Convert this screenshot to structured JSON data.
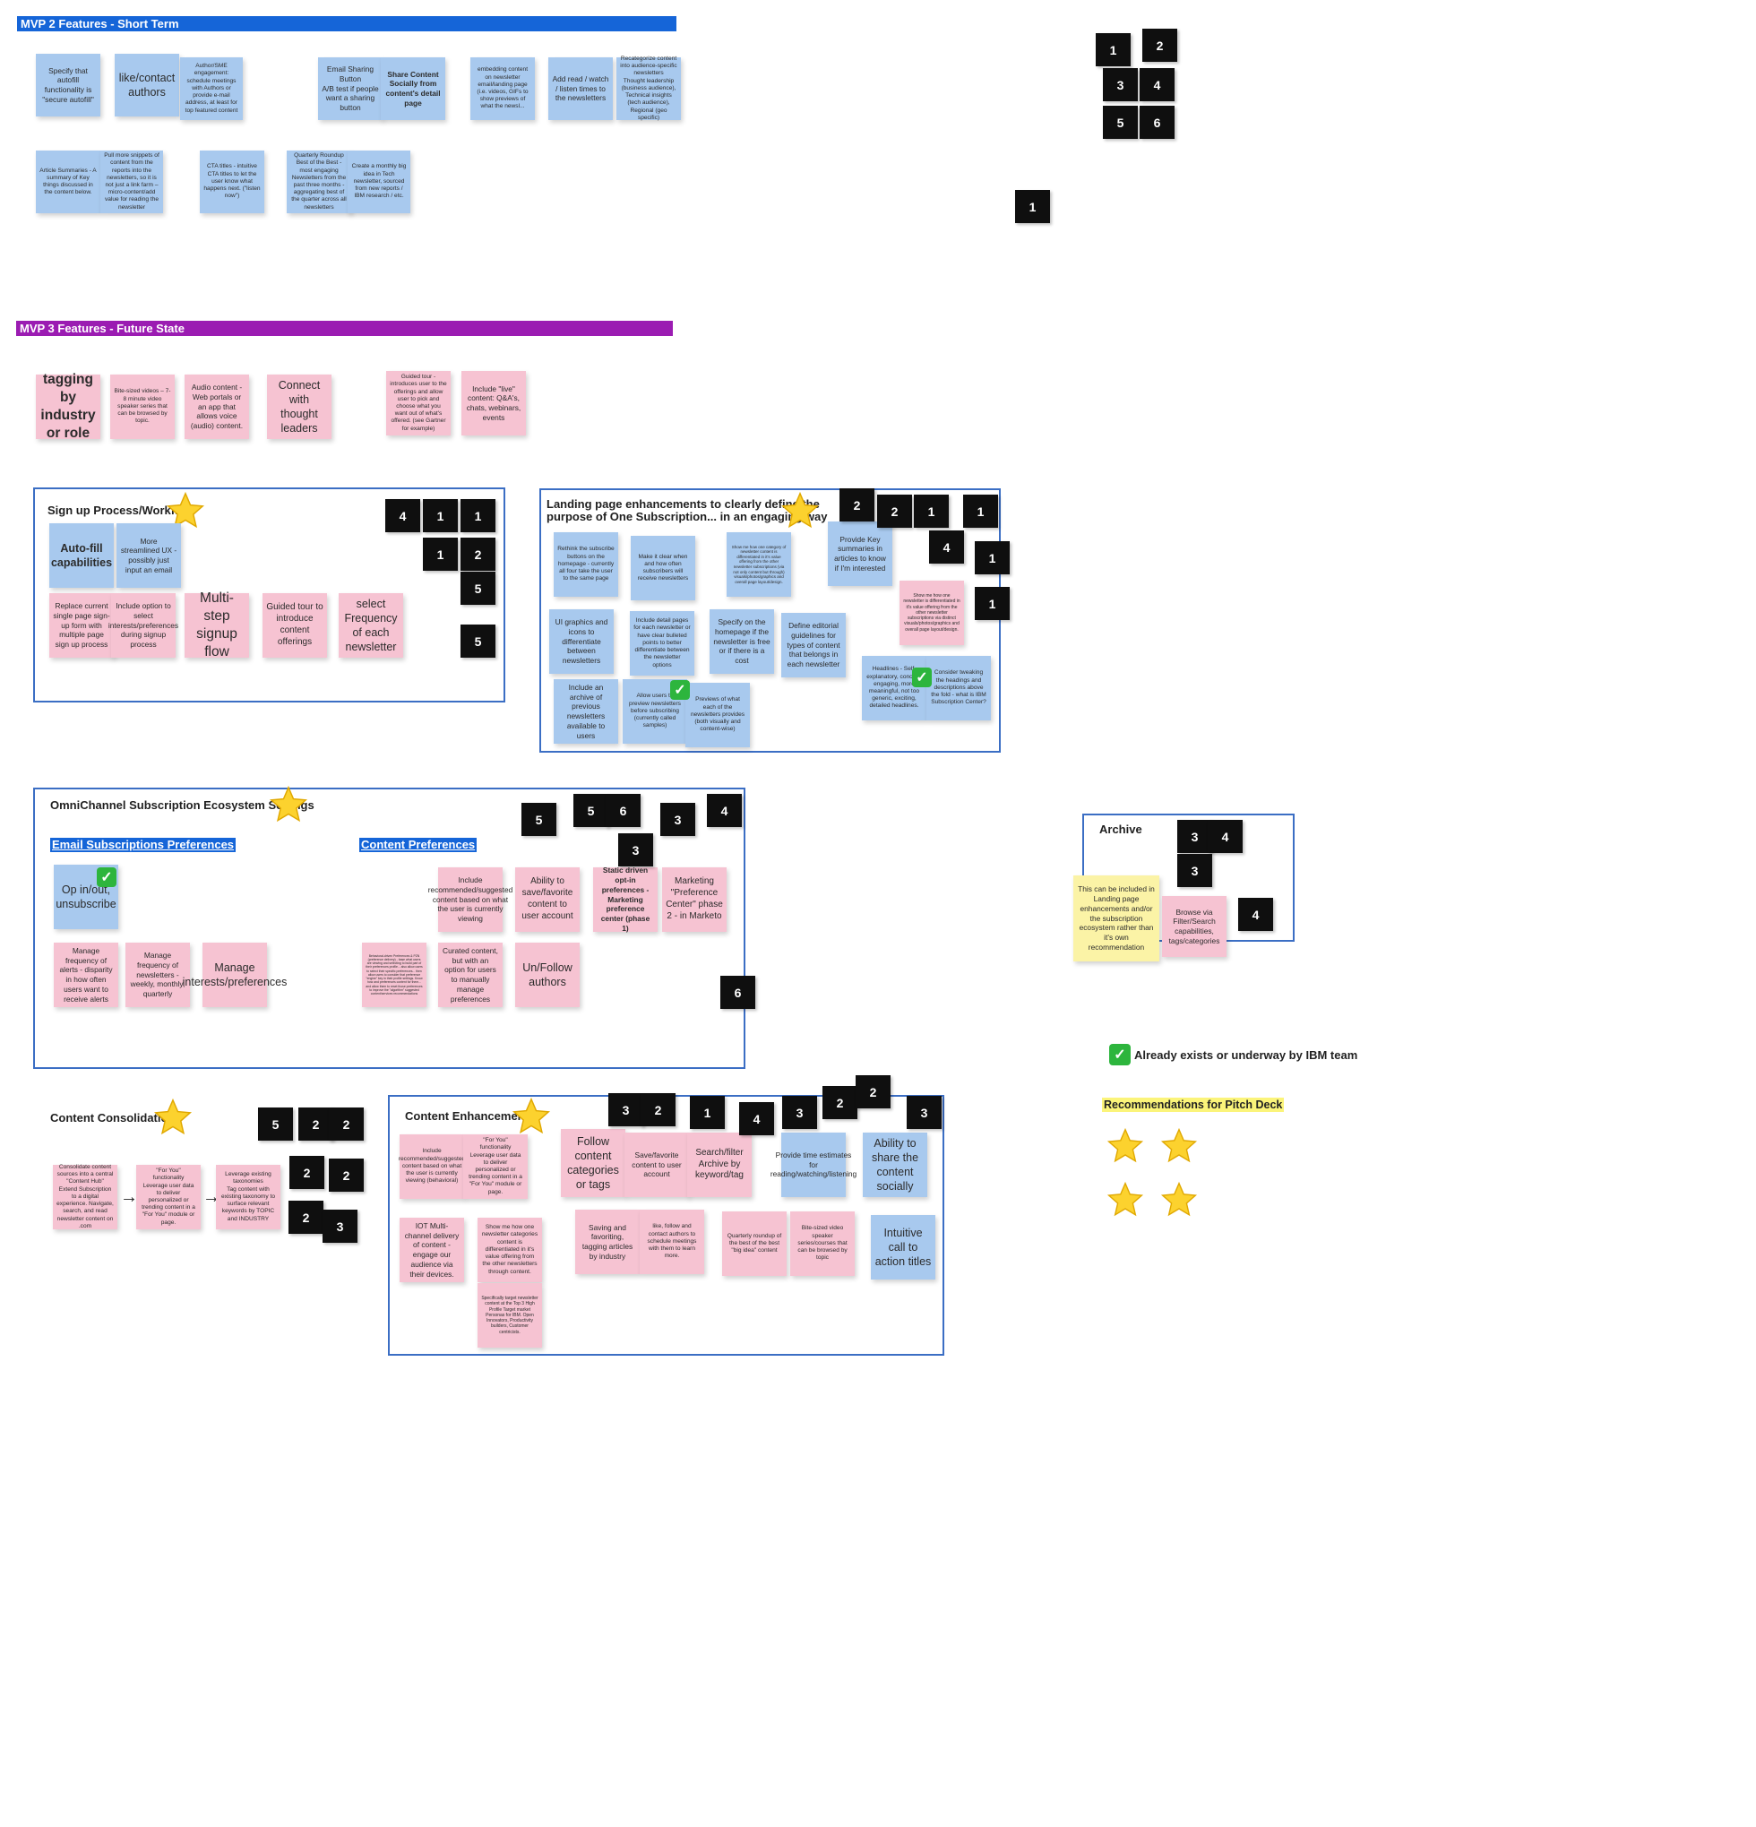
{
  "sections": {
    "mvp2": "MVP 2 Features - Short Term",
    "mvp3": "MVP 3 Features - Future State"
  },
  "colors": {
    "mvp2_band": "#1565d8",
    "mvp3_band": "#9b1cb2",
    "frame": "#3b6ec4",
    "check": "#2db53d",
    "star": "#fcd22e"
  },
  "mvp2_notes": [
    "Specify that autofill functionality is \"secure autofill\"",
    "like/contact authors",
    "Author/SME engagement: schedule meetings with Authors or provide e-mail address, at least for top featured content",
    "Email Sharing Button\nA/B test if people want a sharing button",
    "Share Content Socially from content's detail page",
    "embedding content on newsletter email/landing page (i.e. videos, GIFs to show previews of what the newsl...",
    "Add read / watch / listen times to the newsletters",
    "Recategorize content into audience-specific newsletters\nThought leadership (business audience), Technical insights (tech audience), Regional (geo specific)",
    "Article Summaries - A summary of Key things discussed in the content below.",
    "Pull more snippets of content from the reports into the newsletters, so it is not just a link farm – micro-content/add value for reading the newsletter",
    "CTA titles - intuitive CTA titles to let the user know what happens next. (\"listen now\")",
    "Quarterly Roundup\nBest of the Best - most engaging Newsletters from the past three months - aggregating best of the quarter across all newsletters",
    "Create a monthly big idea in Tech newsletter, sourced from new reports / IBM research / etc."
  ],
  "mvp3_notes": [
    "tagging by industry or role",
    "Bite-sized videos – 7-8 minute video speaker series that can be browsed by topic.",
    "Audio content - Web portals or an app that allows voice (audio) content.",
    "Connect with thought leaders",
    "Guided tour - introduces user to the offerings and allow user to pick and choose what you want out of what's offered. (see Gartner for example)",
    "Include \"live\" content: Q&A's, chats, webinars, events"
  ],
  "votes_top": [
    "1",
    "2",
    "3",
    "4",
    "5",
    "6",
    "1"
  ],
  "signup": {
    "title": "Sign up Process/Workflow",
    "notes": [
      "Auto-fill capabilities",
      "More streamlined UX - possibly just input an email",
      "Replace current single page sign-up form with multiple page sign up process",
      "Include option to select interests/preferences during signup process",
      "Multi-step signup flow",
      "Guided tour to introduce content offerings",
      "select Frequency of each newsletter"
    ],
    "votes": [
      "4",
      "1",
      "1",
      "1",
      "2",
      "5",
      "5"
    ]
  },
  "landing": {
    "title1": "Landing page enhancements to clearly define the",
    "title2": "purpose of One Subscription... in an engaging way",
    "notes": [
      "Rethink the subscribe buttons on the homepage - currently all four take the user to the same page",
      "Make it clear when and how often subscribers will receive newsletters",
      "Show me how one category of newsletter content is differentiated in it's value offering from the other newsletter subscriptions (via not only content but through) visuals/photos/graphics and overall page layout/design.",
      "Provide Key summaries in articles to know if I'm interested",
      "Show me how one newsletter is differentiated in it's value offering from the other newsletter subscriptions via distinct visuals/photos/graphics and overall page layout/design.",
      "UI graphics and icons to differentiate between newsletters",
      "Include detail pages for each newsletter or have clear bulleted points to better differentiate between the newsletter options",
      "Specify on the homepage if the newsletter is free or if there is a cost",
      "Define editorial guidelines for types of content that belongs in each newsletter",
      "Headlines - Self-explanatory, concise, engaging, more meaningful, not too generic, exciting, detailed headlines.",
      "Consider tweaking the headings and descriptions above the fold - what is IBM Subscription Center?",
      "Include an archive of previous newsletters available to users",
      "Allow users to preview newsletters before subscribing (currently called samples)",
      "Previews of what each of the newsletters provides (both visually and content-wise)"
    ],
    "votes": [
      "2",
      "2",
      "1",
      "1",
      "4",
      "1",
      "1"
    ]
  },
  "omni": {
    "title": "OmniChannel Subscription Ecosystem Settings",
    "email_head": "Email Subscriptions Preferences",
    "content_head": "Content Preferences",
    "notes": [
      "Op in/out, unsubscribe",
      "Manage frequency of alerts - disparity in how often users want to receive alerts",
      "Manage frequency of newsletters - weekly, monthly, quarterly",
      "Manage interests/preferences",
      "Include recommended/suggested content based on what the user is currently viewing",
      "Ability to save/favorite content to user account",
      "Static driven opt-in preferences - Marketing preference center (phase 1)",
      "Marketing \"Preference Center\" phase 2 - in Marketo",
      "Behavioral-driven Preferences & PZN (preference delivery) - base what users are viewing and selecting to build part of their preferences profile... also allow users to select their specific preferences... then allow users to consider that preference \"engine\" key in their profile settings. Know how and preferences content for them... and allow them to reset those preferences to improve the \"algorithm\" suggested content/services recommendations",
      "Curated content, but with an option for users to manually manage preferences",
      "Un/Follow authors"
    ],
    "votes": [
      "5",
      "5",
      "6",
      "3",
      "4",
      "3",
      "6"
    ]
  },
  "archive": {
    "title": "Archive",
    "notes": [
      "This can be included in Landing page enhancements and/or the subscription ecosystem rather than it's own recommendation",
      "Browse via Filter/Search capabilities, tags/categories"
    ],
    "votes": [
      "3",
      "4",
      "3",
      "4"
    ]
  },
  "legend": {
    "check_text": "Already exists or underway by IBM team",
    "pitch_label": "Recommendations for Pitch Deck"
  },
  "consolidation": {
    "title": "Content Consolidation",
    "notes": [
      "Consolidate content sources into a central \"Content Hub\"\nExtend Subscription to a digital experience. Navigate, search, and read newsletter content on .com",
      "\"For You\" functionality\nLeverage user data to deliver personalized or trending content in a \"For You\" module or page.",
      "Leverage existing taxonomies\nTag content with existing taxonomy to surface relevant keywords by TOPIC and INDUSTRY"
    ],
    "votes": [
      "5",
      "2",
      "2",
      "2",
      "2",
      "2",
      "3"
    ]
  },
  "enhancements": {
    "title": "Content Enhancements",
    "notes": [
      "Include recommended/suggested content based on what the user is currently viewing (behavioral)",
      "\"For You\" functionality\nLeverage user data to deliver personalized or trending content in a \"For You\" module or page.",
      "Follow content categories or tags",
      "Save/favorite content to user account",
      "Search/filter Archive by keyword/tag",
      "Provide time estimates for reading/watching/listening",
      "Ability to share the content socially",
      "IOT Multi-channel delivery of content - engage our audience via their devices.",
      "Show me how one newsletter categories content is differentiated in it's value offering from the other newsletters through content.",
      "Saving and favoriting, tagging articles by industry",
      "like, follow and contact authors to schedule meetings with them to learn more.",
      "Quarterly roundup of the best of the best \"big idea\" content",
      "Bite-sized video speaker series/courses that can be browsed by topic",
      "Intuitive call to action titles",
      "Specifically target newsletter content at the Top 3 High Profile Target market Personas for IBM. Open Innovators, Productivity builders, Customer centricists."
    ],
    "votes": [
      "3",
      "2",
      "1",
      "4",
      "3",
      "2",
      "2",
      "3"
    ]
  }
}
